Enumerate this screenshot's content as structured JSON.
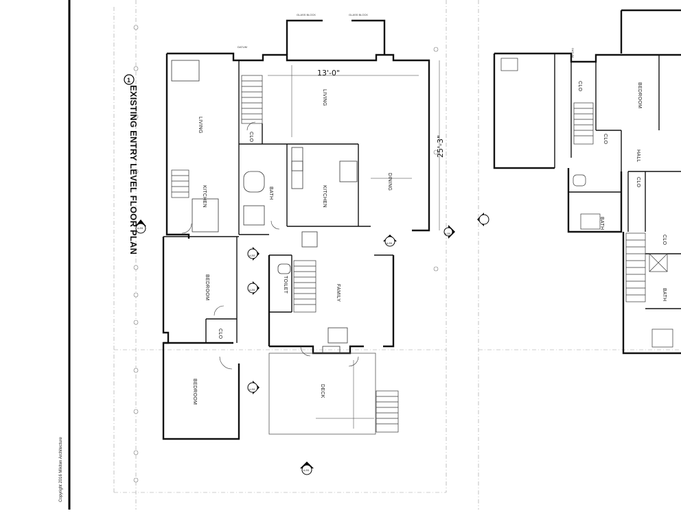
{
  "sheet": {
    "title": "EXISTING ENTRY LEVEL FLOOR PLAN",
    "title_number": "1",
    "copyright": "Copyright 2016 Mikiten Architecture",
    "colors": {
      "ink": "#111111",
      "grid": "#9a9a9a",
      "paper": "#ffffff"
    }
  },
  "dimensions": {
    "top": "13'-0\"",
    "side": "25'-3\""
  },
  "rooms": {
    "living_left": "LIVING",
    "living_main": "LIVING",
    "kitchen_left": "KITCHEN",
    "kitchen_main": "KITCHEN",
    "dining": "DINING",
    "bath": "BATH",
    "clo_a": "CLO",
    "clo_b": "CLO",
    "bedroom_a": "BEDROOM",
    "bedroom_b": "BEDROOM",
    "family": "FAMILY",
    "toilet": "TOILET",
    "deck": "DECK",
    "right_bedroom": "BEDROOM",
    "right_clo_a": "CLO",
    "right_clo_b": "CLO",
    "right_clo_c": "CLO",
    "right_clo_d": "CLO",
    "right_hall": "HALL",
    "right_bath_a": "BATH",
    "right_bath_b": "BATH"
  },
  "notes": {
    "glass_block_a": "GLASS BLOCK",
    "glass_block_b": "GLASS BLOCK",
    "datum_a": "DATUM",
    "datum_b": "DATUM"
  },
  "section_markers": [
    {
      "label": "A-201"
    },
    {
      "label": "A-202"
    },
    {
      "label": "A-201"
    },
    {
      "label": "A-201"
    },
    {
      "label": "A-202"
    },
    {
      "label": "A-201"
    },
    {
      "label": "A-201"
    }
  ]
}
